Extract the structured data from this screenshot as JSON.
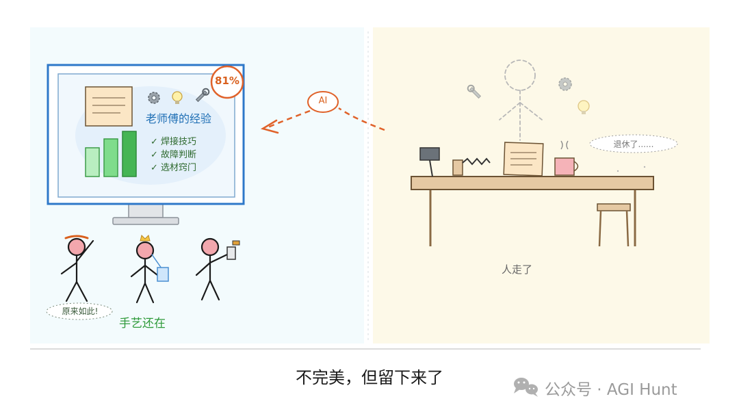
{
  "left_panel": {
    "monitor": {
      "lesson_title": "老师傅的经验",
      "skills": [
        "✓ 焊接技巧",
        "✓ 故障判断",
        "✓ 选材窍门"
      ],
      "percentage": "81%"
    },
    "people": {
      "speech": "原来如此!",
      "caption": "手艺还在"
    }
  },
  "arrow": {
    "label": "AI"
  },
  "right_panel": {
    "speech": "退休了......",
    "caption": "人走了"
  },
  "footer": {
    "caption": "不完美，但留下来了",
    "brand": "公众号 · AGI Hunt"
  },
  "colors": {
    "left_bg": "#f3fbfd",
    "right_bg": "#fdf9e8",
    "monitor_frame": "#2e78c9",
    "accent_orange": "#e0622a",
    "bar_green": "#45b554",
    "table_wood": "#e5c9a3"
  }
}
